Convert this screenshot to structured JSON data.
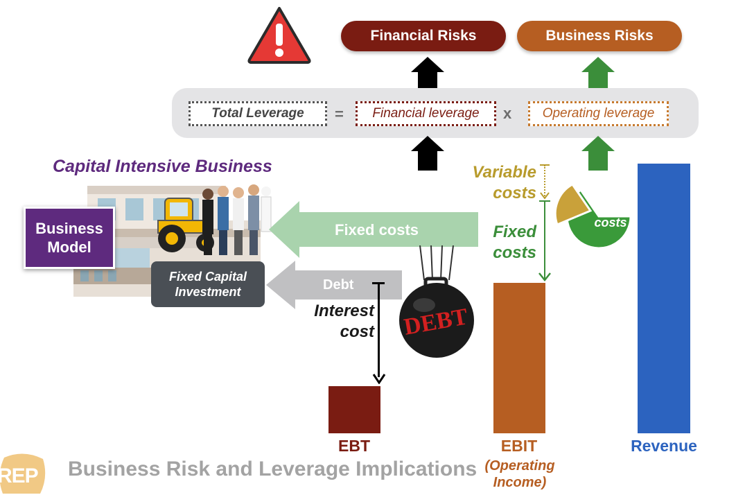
{
  "header": {
    "financial_risks": "Financial Risks",
    "business_risks": "Business Risks",
    "warning_icon": "exclamation-triangle"
  },
  "leverage": {
    "total": "Total Leverage",
    "equals": "=",
    "financial": "Financial leverage",
    "times": "x",
    "operating": "Operating leverage"
  },
  "left": {
    "title": "Capital Intensive Business",
    "business_model": "Business\nModel",
    "fixed_capital": "Fixed Capital\nInvestment"
  },
  "arrows": {
    "fixed_costs": "Fixed costs",
    "debt": "Debt"
  },
  "labels": {
    "interest_cost": "Interest\ncost",
    "variable_costs": "Variable\ncosts",
    "fixed_costs_green": "Fixed\ncosts",
    "pie_fixed_costs": "Fixed\ncosts",
    "debt_ball": "DEBT"
  },
  "bars": {
    "ebt": "EBT",
    "ebit": "EBIT",
    "ebit_sub": "(Operating\nIncome)",
    "revenue": "Revenue"
  },
  "footer": {
    "title": "Business Risk and Leverage Implications",
    "logo": "REP"
  },
  "colors": {
    "dark_red": "#7a1c12",
    "orange": "#b65e22",
    "green": "#3b8e3a",
    "blue": "#2c63bf",
    "purple": "#5e2a7e",
    "olive": "#b89b2c"
  }
}
